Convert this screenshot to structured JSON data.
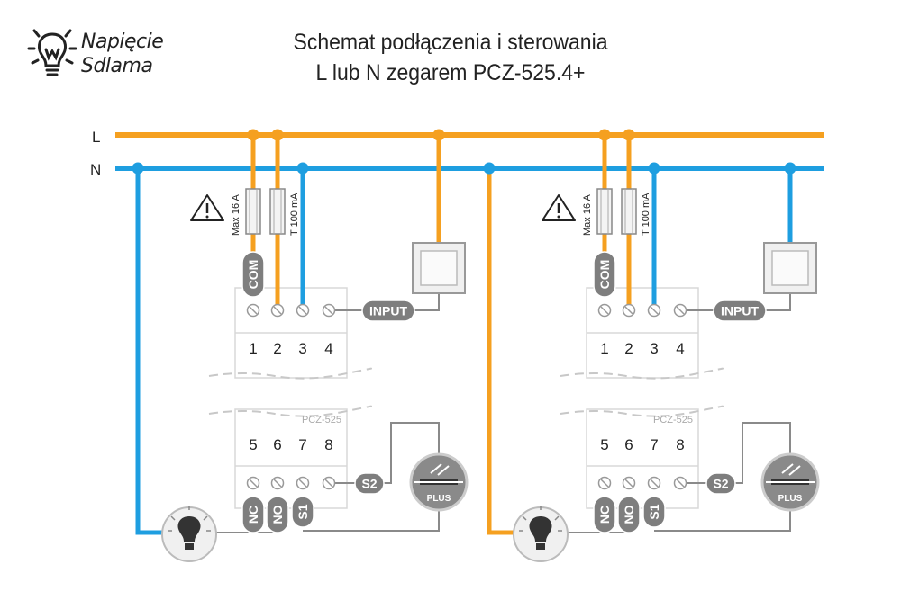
{
  "logo": {
    "line1": "Napięcie",
    "line2": "Sdlama"
  },
  "title": {
    "line1": "Schemat podłączenia i sterowania",
    "line2": "L lub N zegarem PCZ-525.4+"
  },
  "bus": {
    "l_label": "L",
    "n_label": "N"
  },
  "colors": {
    "live": "#f5a020",
    "neutral": "#1e9ee0",
    "signal": "#8a8a8a",
    "pill": "#7e7e7e"
  },
  "modules": [
    {
      "fuse_com": "Max 16 A",
      "fuse_supply": "T 100 mA",
      "com_label": "COM",
      "input_label": "INPUT",
      "top_terminals": [
        "1",
        "2",
        "3",
        "4"
      ],
      "model": "PCZ-525",
      "bottom_terminals": [
        "5",
        "6",
        "7",
        "8"
      ],
      "nc_label": "NC",
      "no_label": "NO",
      "s1_label": "S1",
      "s2_label": "S2",
      "sensor_label": "PLUS"
    },
    {
      "fuse_com": "Max 16 A",
      "fuse_supply": "T 100 mA",
      "com_label": "COM",
      "input_label": "INPUT",
      "top_terminals": [
        "1",
        "2",
        "3",
        "4"
      ],
      "model": "PCZ-525",
      "bottom_terminals": [
        "5",
        "6",
        "7",
        "8"
      ],
      "nc_label": "NC",
      "no_label": "NO",
      "s1_label": "S1",
      "s2_label": "S2",
      "sensor_label": "PLUS"
    }
  ]
}
